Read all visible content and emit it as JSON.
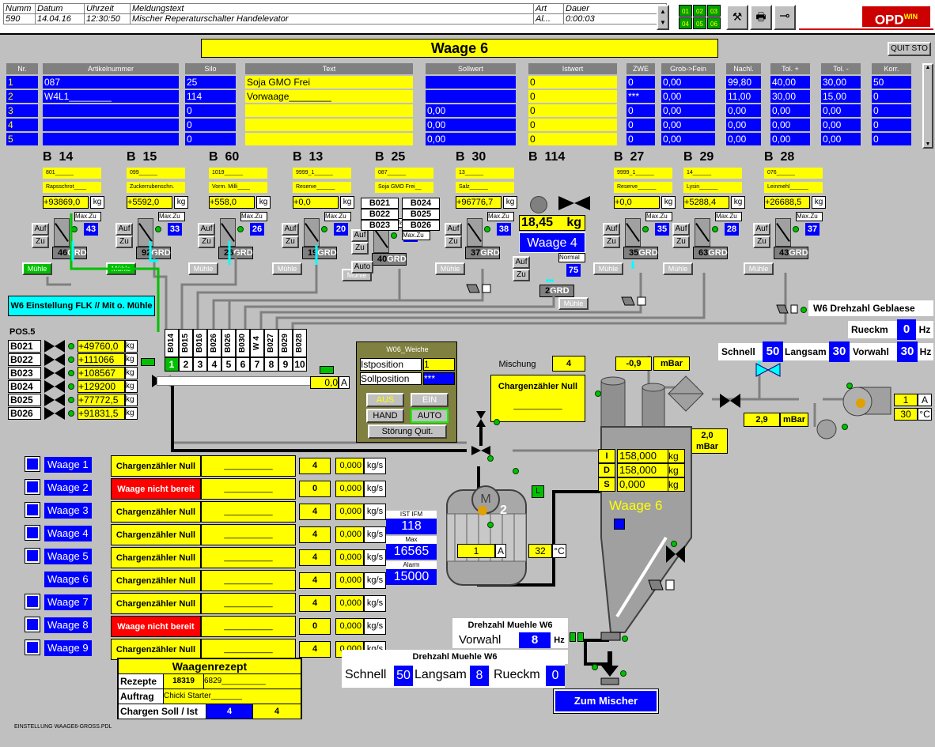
{
  "alarm": {
    "headers": [
      "Numm",
      "Datum",
      "Uhrzeit",
      "Meldungstext",
      "Art",
      "Dauer"
    ],
    "row": [
      "590",
      "14.04.16",
      "12:30:50",
      "Mischer Reperaturschalter Handelevator",
      "Al...",
      "0:00:03"
    ]
  },
  "toolbar": {
    "grid_buttons": [
      "01",
      "02",
      "03",
      "04",
      "05",
      "06"
    ],
    "logo": "OPD",
    "logo_sup": "WIN"
  },
  "title": "Waage 6",
  "quit_label": "QUIT STO",
  "table": {
    "headers": [
      "Nr.",
      "Artikelnummer",
      "Silo",
      "Text",
      "Sollwert",
      "Istwert",
      "ZWE",
      "Grob->Fein",
      "Nachl.",
      "Tol. +",
      "Tol. -",
      "Korr."
    ],
    "rows": [
      [
        "1",
        "087",
        "25",
        "Soja GMO Frei",
        "",
        "0",
        "0",
        "0,00",
        "99,80",
        "40,00",
        "30,00",
        "50"
      ],
      [
        "2",
        "W4L1________",
        "114",
        "Vorwaage________",
        "",
        "0",
        "***",
        "0,00",
        "11,00",
        "30,00",
        "15,00",
        "0"
      ],
      [
        "3",
        "",
        "0",
        "",
        "0,00",
        "0",
        "0",
        "0,00",
        "0,00",
        "0,00",
        "0,00",
        "0"
      ],
      [
        "4",
        "",
        "0",
        "",
        "0,00",
        "0",
        "0",
        "0,00",
        "0,00",
        "0,00",
        "0,00",
        "0"
      ],
      [
        "5",
        "",
        "0",
        "",
        "0,00",
        "0",
        "0",
        "0,00",
        "0,00",
        "0,00",
        "0,00",
        "0"
      ]
    ]
  },
  "bins": [
    {
      "name": "B  14",
      "art": "801______",
      "text": "Rapsschrot____",
      "val": "+93869,0",
      "unit": "kg",
      "max": "43",
      "grd": "46",
      "muehle": "Mühle",
      "maxlbl": "Max.Zu",
      "auf": "Auf",
      "zu": "Zu"
    },
    {
      "name": "B  15",
      "art": "099______",
      "text": "Zuckerrubenschn.",
      "val": "+5592,0",
      "unit": "kg",
      "max": "33",
      "grd": "92",
      "muehle": "Mühle",
      "maxlbl": "Max.Zu",
      "auf": "Auf",
      "zu": "Zu"
    },
    {
      "name": "B  60",
      "art": "1019______",
      "text": "Vorm. Milli____",
      "val": "+558,0",
      "unit": "kg",
      "max": "26",
      "grd": "26",
      "muehle": "Mühle",
      "maxlbl": "Max.Zu",
      "auf": "Auf",
      "zu": "Zu"
    },
    {
      "name": "B  13",
      "art": "9999_1______",
      "text": "Reserve______",
      "val": "+0,0",
      "unit": "kg",
      "max": "20",
      "grd": "19",
      "muehle": "Mühle",
      "maxlbl": "Max.Zu",
      "auf": "Auf",
      "zu": "Zu"
    },
    {
      "name": "B  25",
      "art": "087______",
      "text": "Soja GMO Frei__",
      "val": "",
      "unit": "",
      "max": "30",
      "grd": "40",
      "muehle": "Mühle",
      "maxlbl": "Max.Zu",
      "auf": "Auf",
      "zu": "Zu",
      "auto": "Auto"
    },
    {
      "name": "B  30",
      "art": "13______",
      "text": "Salz______",
      "val": "+96776,7",
      "unit": "kg",
      "max": "38",
      "grd": "37",
      "muehle": "Mühle",
      "maxlbl": "Max.Zu",
      "auf": "Auf",
      "zu": "Zu"
    },
    {
      "name": "B  114",
      "art": "",
      "text": "",
      "val": "",
      "unit": "",
      "max": "75",
      "grd": "2",
      "muehle": "Mühle",
      "maxlbl": "Normal",
      "auf": "Auf",
      "zu": "Zu"
    },
    {
      "name": "B  27",
      "art": "9999_1______",
      "text": "Reserve______",
      "val": "+0,0",
      "unit": "kg",
      "max": "35",
      "grd": "35",
      "muehle": "Mühle",
      "maxlbl": "Max.Zu",
      "auf": "Auf",
      "zu": "Zu"
    },
    {
      "name": "B  29",
      "art": "14______",
      "text": "Lysin______",
      "val": "+5288,4",
      "unit": "kg",
      "max": "28",
      "grd": "63",
      "muehle": "Mühle",
      "maxlbl": "Max.Zu",
      "auf": "Auf",
      "zu": "Zu"
    },
    {
      "name": "B  28",
      "art": "076______",
      "text": "Leinmehl______",
      "val": "+26688,5",
      "unit": "kg",
      "max": "37",
      "grd": "43",
      "muehle": "Mühle",
      "maxlbl": "Max.Zu",
      "auf": "Auf",
      "zu": "Zu"
    }
  ],
  "b25_stack": [
    "B021",
    "B022",
    "B023",
    "B024",
    "B025",
    "B026"
  ],
  "waage4": {
    "value": "18,45",
    "unit": "kg",
    "label": "Waage 4"
  },
  "flk_button": "W6 Einstellung FLK // Mit o. Mühle",
  "pos5": {
    "label": "POS.5",
    "rows": [
      {
        "name": "B021",
        "val": "+49760,0",
        "unit": "kg"
      },
      {
        "name": "B022",
        "val": "+111066",
        "unit": "kg"
      },
      {
        "name": "B023",
        "val": "+108567",
        "unit": "kg"
      },
      {
        "name": "B024",
        "val": "+129200",
        "unit": "kg"
      },
      {
        "name": "B025",
        "val": "+77772,5",
        "unit": "kg"
      },
      {
        "name": "B026",
        "val": "+91831,5",
        "unit": "kg"
      }
    ]
  },
  "distributor": {
    "labels": [
      "B014",
      "B015",
      "B016",
      "B026",
      "B026",
      "B030",
      "W 4",
      "B027",
      "B029",
      "B028"
    ],
    "nums": [
      "1",
      "2",
      "3",
      "4",
      "5",
      "6",
      "7",
      "8",
      "9",
      "10"
    ],
    "amps": "0,0",
    "amp_unit": "A"
  },
  "weiche": {
    "title": "W06_Weiche",
    "ist_label": "Istposition",
    "ist": "1",
    "soll_label": "Sollposition",
    "soll": "***",
    "aus": "AUS",
    "ein": "EIN",
    "hand": "HAND",
    "auto": "AUTO",
    "reset": "Störung Quit."
  },
  "mischung": {
    "label": "Mischung",
    "value": "4",
    "counter": "Chargenzähler Null",
    "blank": "__________"
  },
  "mbar1": {
    "val": "-0,9",
    "unit": "mBar"
  },
  "mbar2": {
    "val": "2,9",
    "unit": "mBar"
  },
  "mbar3": {
    "val": "2,0",
    "unit": "mBar"
  },
  "geblaese": {
    "title": "W6 Drehzahl Geblaese",
    "rueck_label": "Rueckm",
    "rueck": "0",
    "hz": "Hz",
    "schnell_label": "Schnell",
    "schnell": "50",
    "langsam_label": "Langsam",
    "langsam": "30",
    "vorwahl_label": "Vorwahl",
    "vorwahl": "30",
    "amp": "1",
    "amp_unit": "A",
    "temp": "30",
    "temp_unit": "°C"
  },
  "scales": [
    {
      "btn": "Waage 1",
      "status": "Chargenzähler Null",
      "line": "__________",
      "num": "4",
      "rate": "0,000",
      "unit": "kg/s",
      "err": false,
      "box": true
    },
    {
      "btn": "Waage 2",
      "status": "Waage nicht bereit",
      "line": "__________",
      "num": "0",
      "rate": "0,000",
      "unit": "kg/s",
      "err": true,
      "box": true
    },
    {
      "btn": "Waage 3",
      "status": "Chargenzähler Null",
      "line": "__________",
      "num": "4",
      "rate": "0,000",
      "unit": "kg/s",
      "err": false,
      "box": true
    },
    {
      "btn": "Waage 4",
      "status": "Chargenzähler Null",
      "line": "__________",
      "num": "4",
      "rate": "0,000",
      "unit": "kg/s",
      "err": false,
      "box": true
    },
    {
      "btn": "Waage 5",
      "status": "Chargenzähler Null",
      "line": "__________",
      "num": "4",
      "rate": "0,000",
      "unit": "kg/s",
      "err": false,
      "box": true
    },
    {
      "btn": "Waage 6",
      "status": "Chargenzähler Null",
      "line": "__________",
      "num": "4",
      "rate": "0,000",
      "unit": "kg/s",
      "err": false,
      "box": false
    },
    {
      "btn": "Waage 7",
      "status": "Chargenzähler Null",
      "line": "__________",
      "num": "4",
      "rate": "0,000",
      "unit": "kg/s",
      "err": false,
      "box": true
    },
    {
      "btn": "Waage 8",
      "status": "Waage nicht bereit",
      "line": "__________",
      "num": "0",
      "rate": "0,000",
      "unit": "kg/s",
      "err": true,
      "box": true
    },
    {
      "btn": "Waage 9",
      "status": "Chargenzähler Null",
      "line": "__________",
      "num": "4",
      "rate": "0,000",
      "unit": "kg/s",
      "err": false,
      "box": true
    }
  ],
  "ifm": [
    {
      "label": "IST IFM",
      "val": "118"
    },
    {
      "label": "Max",
      "val": "16565"
    },
    {
      "label": "Alarm",
      "val": "15000"
    }
  ],
  "mixer": {
    "motor": "M",
    "num": "2",
    "amp": "1",
    "amp_unit": "A",
    "temp": "32",
    "temp_unit": "°C",
    "l": "L"
  },
  "waage6": {
    "label": "Waage 6",
    "rows": [
      {
        "k": "I",
        "v": "158,000",
        "u": "kg"
      },
      {
        "k": "D",
        "v": "158,000",
        "u": "kg"
      },
      {
        "k": "S",
        "v": "0,000",
        "u": "kg"
      }
    ]
  },
  "muehle_vorwahl": {
    "title": "Drehzahl Muehle W6",
    "label": "Vorwahl",
    "val": "8",
    "unit": "Hz"
  },
  "muehle_speed": {
    "title": "Drehzahl Muehle W6",
    "schnell_label": "Schnell",
    "schnell": "50",
    "langsam_label": "Langsam",
    "langsam": "8",
    "rueck_label": "Rueckm",
    "rueck": "0"
  },
  "rezept": {
    "title": "Waagenrezept",
    "rezepte_label": "Rezepte",
    "rezepte": "18319",
    "rezepte2": "6829__________",
    "auftrag_label": "Auftrag",
    "auftrag": "Chicki Starter_______",
    "chargen_label": "Chargen Soll / Ist",
    "soll": "4",
    "ist": "4"
  },
  "zum_mischer": "Zum Mischer",
  "footer": "EINSTELLUNG WAAGE6-GROSS.PDL"
}
